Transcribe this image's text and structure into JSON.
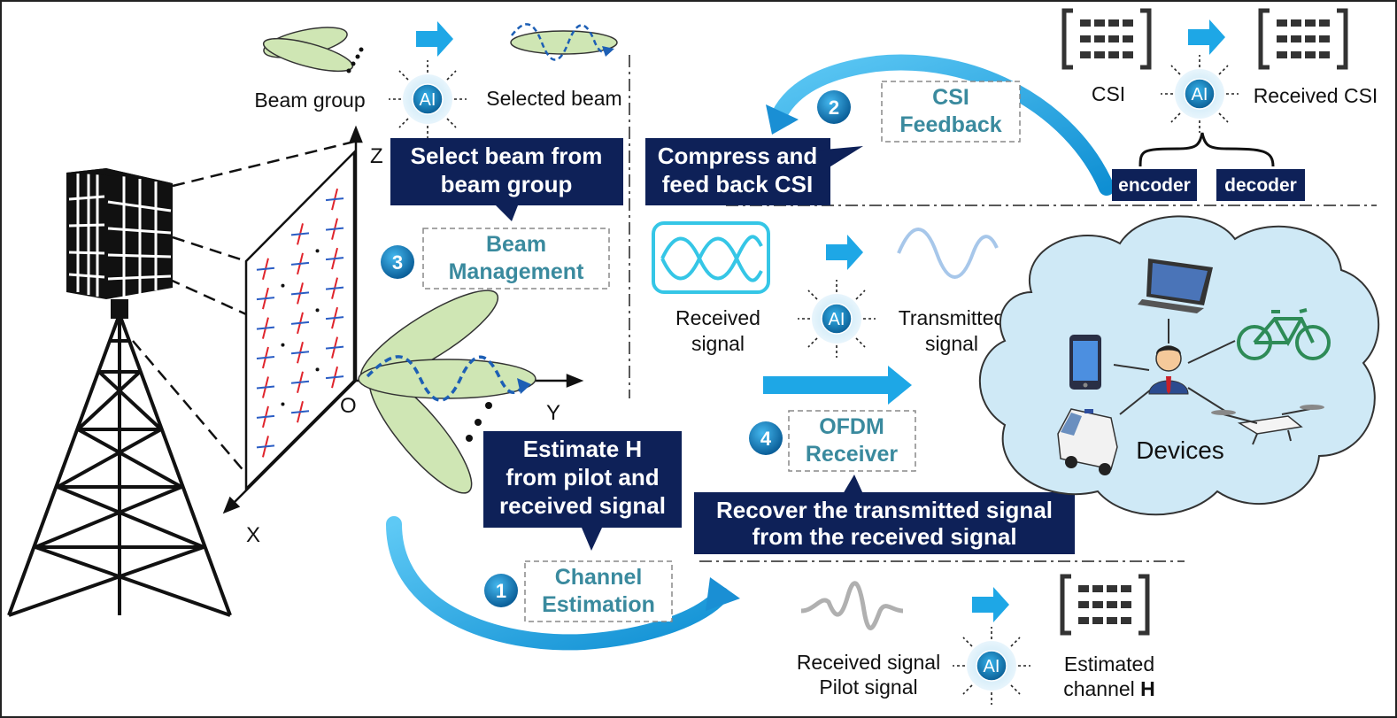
{
  "beam": {
    "group_label": "Beam group",
    "selected_label": "Selected beam",
    "callout": [
      "Select beam from",
      "beam group"
    ],
    "step_number": "3",
    "step_title": [
      "Beam",
      "Management"
    ]
  },
  "csi": {
    "csi_label": "CSI",
    "received_label": "Received CSI",
    "encoder_label": "encoder",
    "decoder_label": "decoder",
    "callout": [
      "Compress and",
      "feed back CSI"
    ],
    "step_number": "2",
    "step_title": [
      "CSI",
      "Feedback"
    ]
  },
  "ofdm": {
    "received_label": [
      "Received",
      "signal"
    ],
    "transmitted_label": [
      "Transmitted",
      "signal"
    ],
    "callout": [
      "Recover the transmitted signal",
      "from the received signal"
    ],
    "step_number": "4",
    "step_title": [
      "OFDM",
      "Receiver"
    ]
  },
  "channel": {
    "received_pilot_label": [
      "Received signal",
      "Pilot signal"
    ],
    "estimated_label": [
      "Estimated",
      "channel"
    ],
    "estimated_symbol": "H",
    "callout": [
      "Estimate H",
      "from pilot and",
      "received signal"
    ],
    "step_number": "1",
    "step_title": [
      "Channel",
      "Estimation"
    ]
  },
  "axes": {
    "x": "X",
    "y": "Y",
    "z": "Z",
    "origin": "O"
  },
  "devices_label": "Devices",
  "ai_label": "AI",
  "colors": {
    "navy": "#0e2158",
    "step_blue": "#1a7fc4",
    "title_teal": "#3a8a9e",
    "arrow_blue": "#1ea7e6",
    "cloud_fill": "#cfe9f6",
    "beam_fill": "#cfe6b4"
  }
}
